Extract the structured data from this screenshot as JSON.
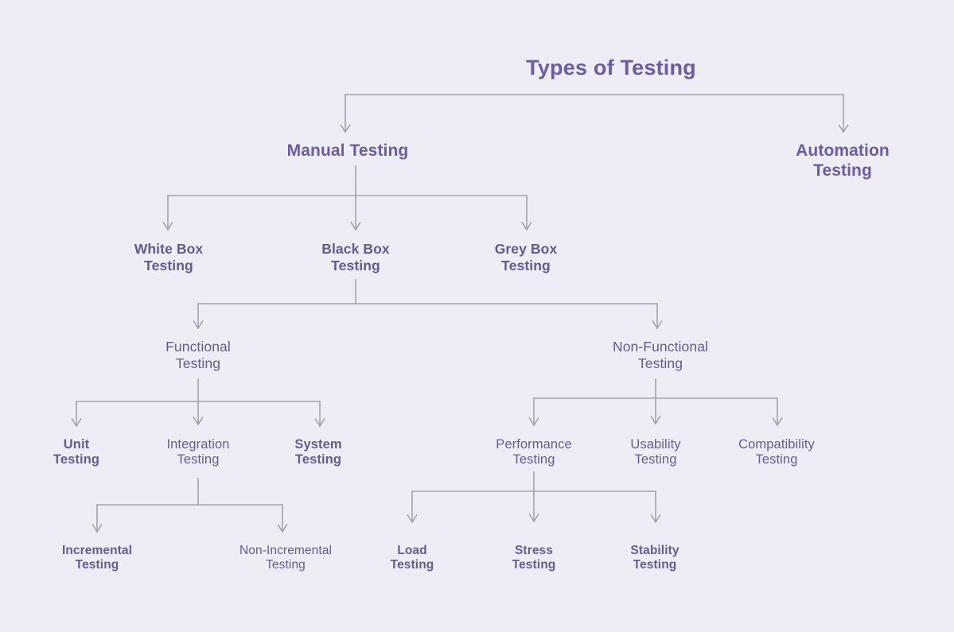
{
  "diagram": {
    "title": "Types of Testing",
    "background_color": "#eeecf5",
    "title_color": "#6b5ca5",
    "node_color": "#645c94",
    "connector_color": "#a3a3ab",
    "nodes": {
      "root": "Types of Testing",
      "manual": "Manual Testing",
      "automation": "Automation\nTesting",
      "white_box": "White Box\nTesting",
      "black_box": "Black Box\nTesting",
      "grey_box": "Grey Box\nTesting",
      "functional": "Functional\nTesting",
      "non_functional": "Non-Functional\nTesting",
      "unit": "Unit\nTesting",
      "integration": "Integration\nTesting",
      "system": "System\nTesting",
      "performance": "Performance\nTesting",
      "usability": "Usability\nTesting",
      "compatibility": "Compatibility\nTesting",
      "incremental": "Incremental\nTesting",
      "non_incremental": "Non-Incremental\nTesting",
      "load": "Load\nTesting",
      "stress": "Stress\nTesting",
      "stability": "Stability\nTesting"
    }
  }
}
